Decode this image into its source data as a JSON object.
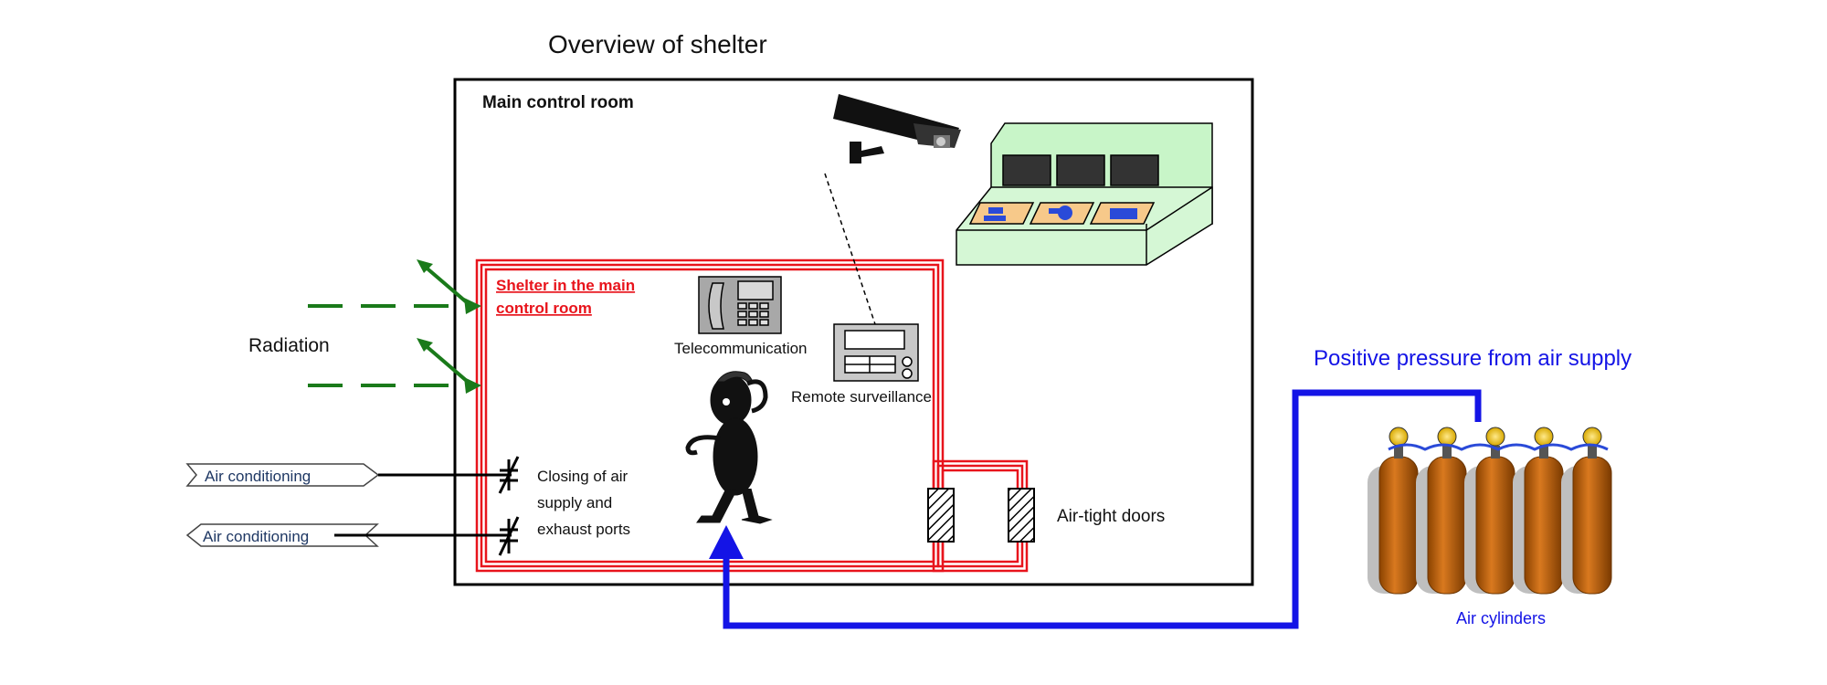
{
  "title": "Overview of shelter",
  "main_room_label": "Main control room",
  "shelter_label_line1": "Shelter in the main",
  "shelter_label_line2": "control room",
  "radiation_label": "Radiation",
  "telecom_label": "Telecommunication",
  "surveillance_label": "Remote surveillance",
  "closing_line1": "Closing of air",
  "closing_line2": "supply and",
  "closing_line3": "exhaust ports",
  "aircon_in_label": "Air conditioning",
  "aircon_out_label": "Air conditioning",
  "airtight_label": "Air-tight doors",
  "pressure_label": "Positive pressure from air supply",
  "cylinders_label": "Air cylinders",
  "colors": {
    "shelter_red": "#e8141c",
    "radiation_green": "#1a7a1a",
    "pressure_blue": "#1414e6",
    "console_green": "#c8f5c8",
    "cylinder_orange": "#c0651a"
  },
  "icons": [
    "camera-icon",
    "control-console-icon",
    "telephone-icon",
    "surveillance-monitor-icon",
    "person-icon",
    "air-cylinder-icon",
    "airtight-door-icon",
    "damper-valve-icon"
  ]
}
